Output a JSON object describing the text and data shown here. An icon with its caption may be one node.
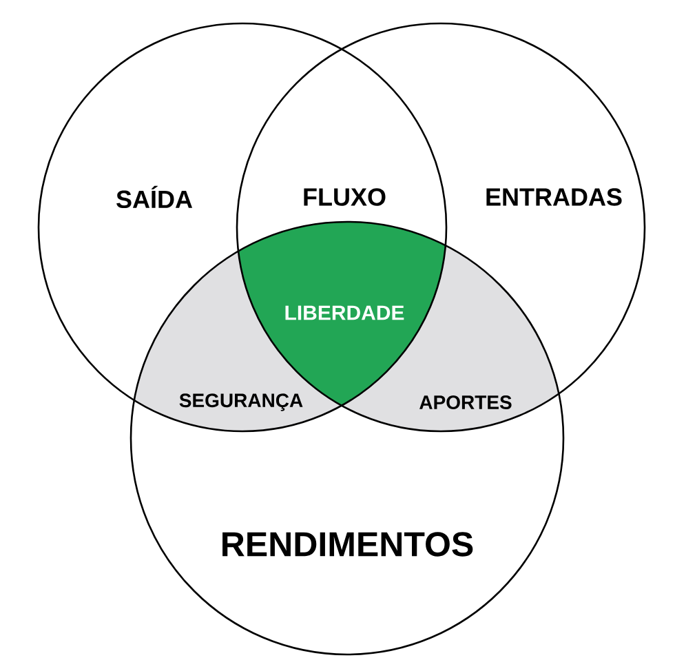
{
  "diagram": {
    "nodes": [
      {
        "text": [
          "SAÍDA"
        ]
      },
      {
        "text": [
          "ENTRADAS"
        ]
      },
      {
        "text": [
          "RENDIMENTOS"
        ]
      }
    ],
    "edges": [],
    "labels": [
      "FLUXO",
      "LIBERDADE",
      "SEGURANÇA",
      "APORTES"
    ]
  }
}
